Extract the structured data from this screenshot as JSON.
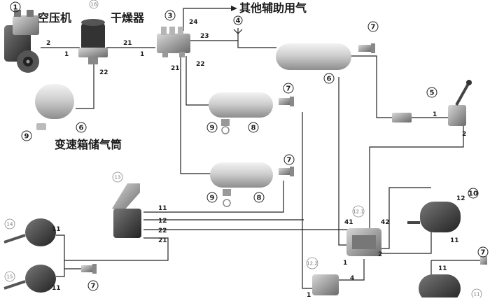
{
  "labels": {
    "compressor": "空压机",
    "dryer": "干燥器",
    "other_air": "其他辅助用气",
    "gearbox_tank": "变速箱储气筒"
  },
  "circled": {
    "c1": "1",
    "c16": "16",
    "c3": "3",
    "c4": "4",
    "c7": "7",
    "c6": "6",
    "c5": "5",
    "c9": "9",
    "c8": "8",
    "c13": "13",
    "c12_1": "12.1",
    "c12_2": "12.2",
    "c10": "10",
    "c14": "14",
    "c15": "15",
    "c11": "11"
  },
  "ports": {
    "p2_comp": "2",
    "p1_comp": "1",
    "p21_dryer": "21",
    "p22_dryer": "22",
    "p1_valve": "1",
    "p24": "24",
    "p23": "23",
    "p21_valve": "21",
    "p22_valve": "22",
    "p1_5": "1",
    "p2_5": "2",
    "p11_13": "11",
    "p12_13": "12",
    "p22_13": "22",
    "p21_13": "21",
    "p41": "41",
    "p42": "42",
    "p1_121": "1",
    "p2_121": "2",
    "p4": "4",
    "p1_122": "1",
    "p12_10": "12",
    "p11_10": "11",
    "p11_b": "11",
    "p11_14": "11",
    "p11_15": "11"
  },
  "colors": {
    "line": "#222222",
    "component": "#9a9a9a",
    "background": "#ffffff"
  }
}
